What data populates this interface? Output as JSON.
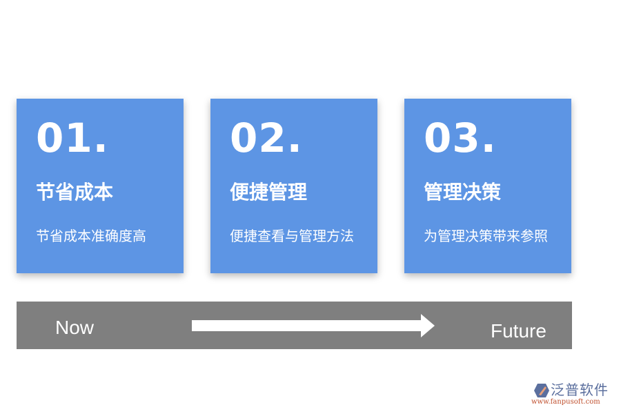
{
  "cards": [
    {
      "number": "01.",
      "title": "节省成本",
      "description": "节省成本准确度高"
    },
    {
      "number": "02.",
      "title": "便捷管理",
      "description": "便捷查看与管理方法"
    },
    {
      "number": "03.",
      "title": "管理决策",
      "description": "为管理决策带来参照"
    }
  ],
  "timeline": {
    "start_label": "Now",
    "end_label": "Future",
    "arrow_icon": "right-arrow-icon"
  },
  "logo": {
    "brand": "泛普软件",
    "url": "www.fanpusoft.com"
  },
  "colors": {
    "card": "#5d95e4",
    "bar": "#7f7f7f",
    "text": "#ffffff"
  }
}
